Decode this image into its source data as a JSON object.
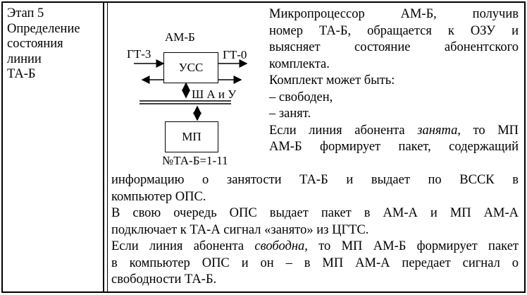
{
  "left_col": {
    "lines": [
      "Этап 5",
      "Определение",
      "состояния",
      "линии",
      "ТА-Б"
    ]
  },
  "diagram": {
    "title": "АМ-Б",
    "left_signal": "ГТ-3",
    "right_signal": "ГТ-0",
    "upper_block": "УСС",
    "bus_label": "Ш  А и У",
    "lower_block": "МП",
    "caption": "№ТА-Б=1-11"
  },
  "right_col": {
    "l1": "Микропроцессор  АМ-Б,  получив",
    "l2": "номер ТА-Б, обращается к ОЗУ и",
    "l3": "выясняет    состояние    абонентского",
    "l4": "комплекта.",
    "l5": "Комплект может быть:",
    "l6": "– свободен,",
    "l7": "– занят.",
    "l8_pre": "Если линия абонента ",
    "l8_em": "занята",
    "l8_post": ", то МП",
    "l9": "АМ-Б формирует пакет, содержащий"
  },
  "wide_text": {
    "l10": "информацию  о  занятости  ТА-Б  и  выдает  по  ВССК  в",
    "l11": "компьютер ОПС.",
    "l12": "В свою очередь ОПС выдает пакет  в АМ-А и МП АМ-А",
    "l13": "подключает к ТА-А сигнал «занято» из ЦГТС.",
    "l14_pre": "Если линия абонента ",
    "l14_em": "свободна",
    "l14_post": ", то МП АМ-Б формирует пакет",
    "l15": "в  компьютер  ОПС  и  он  –  в  МП  АМ-А  передает  сигнал  о",
    "l16": "свободности ТА-Б."
  }
}
